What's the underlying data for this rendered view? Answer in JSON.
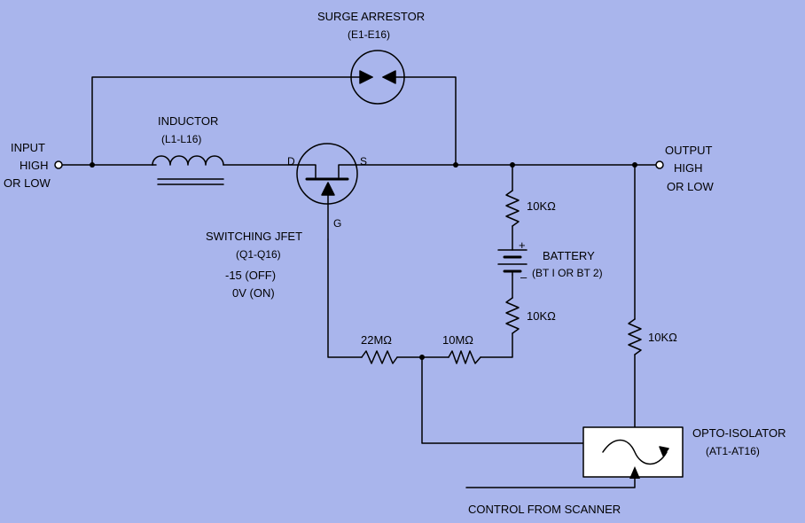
{
  "colors": {
    "background": "#a9b5ec",
    "ink": "#000000",
    "component_fill": "#ffffff"
  },
  "surge_arrestor": {
    "title": "SURGE ARRESTOR",
    "ref": "(E1-E16)"
  },
  "inductor": {
    "title": "INDUCTOR",
    "ref": "(L1-L16)"
  },
  "input": {
    "line1": "INPUT",
    "line2": "HIGH",
    "line3": "OR LOW"
  },
  "output": {
    "line1": "OUTPUT",
    "line2": "HIGH",
    "line3": "OR LOW"
  },
  "jfet": {
    "title": "SWITCHING JFET",
    "ref": "(Q1-Q16)",
    "state_off": "-15  (OFF)",
    "state_on": "0V  (ON)",
    "pin_d": "D",
    "pin_s": "S",
    "pin_g": "G"
  },
  "resistors": {
    "r_top": "10KΩ",
    "r_mid": "10KΩ",
    "r_right": "10KΩ",
    "r_22m": "22MΩ",
    "r_10m": "10MΩ"
  },
  "battery": {
    "title": "BATTERY",
    "ref": "(BT I OR BT 2)",
    "plus": "+",
    "minus": "–"
  },
  "opto": {
    "title": "OPTO-ISOLATOR",
    "ref": "(AT1-AT16)"
  },
  "control": {
    "label": "CONTROL FROM SCANNER"
  }
}
